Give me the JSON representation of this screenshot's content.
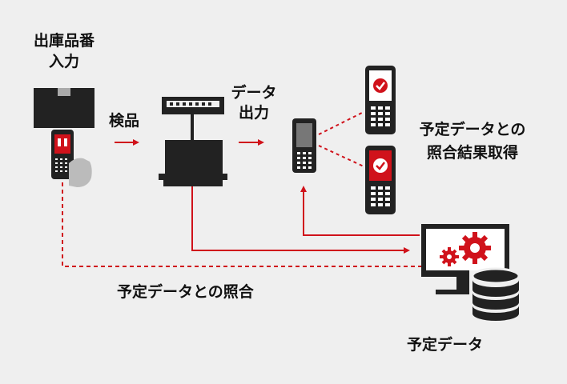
{
  "labels": {
    "shipping_input_line1": "出庫品番",
    "shipping_input_line2": "入力",
    "inspection": "検品",
    "data_output_line1": "データ",
    "data_output_line2": "出力",
    "result_line1": "予定データとの",
    "result_line2": "照合結果取得",
    "matching": "予定データとの照合",
    "planned_data": "予定データ"
  },
  "colors": {
    "accent": "#d0121b",
    "dark": "#222222",
    "background": "#efefef"
  },
  "icons": [
    "cardboard-box-icon",
    "handheld-scanner-icon",
    "weighing-scale-icon",
    "monitor-icon",
    "gears-icon",
    "database-icon",
    "checkmark-icon"
  ]
}
